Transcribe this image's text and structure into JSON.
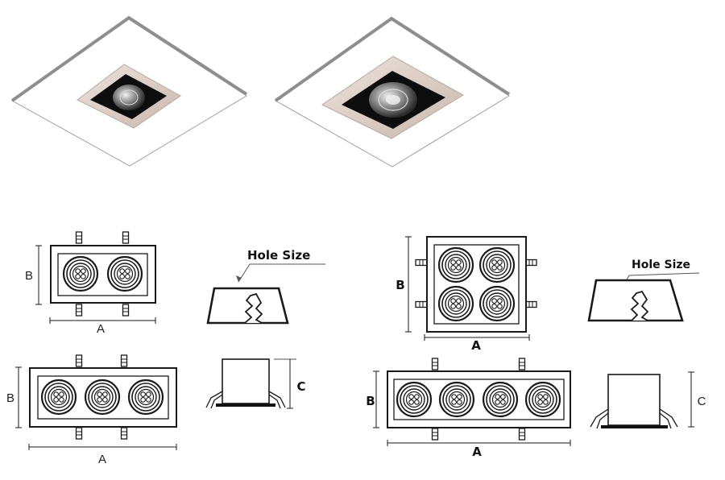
{
  "labels": {
    "hole_size": "Hole Size",
    "dim_a": "A",
    "dim_b": "B",
    "dim_c": "C"
  },
  "colors": {
    "line": "#1a1a1a",
    "panel": "#ffffff",
    "panel_edge": "#9a9a9a",
    "trim": "#d9cbc3",
    "housing": "#111111"
  },
  "icons": {
    "lamp": "lamp-module-icon",
    "clip": "spring-clip-icon"
  }
}
